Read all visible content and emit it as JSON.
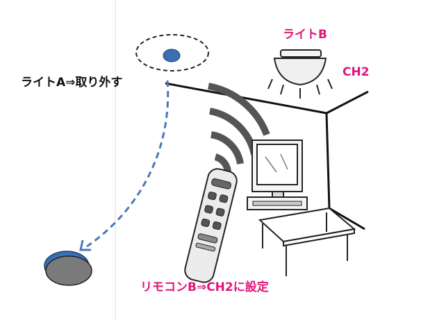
{
  "labels": {
    "light_a": "ライトA⇒取り外す",
    "light_b": "ライトB",
    "channel": "CH2",
    "remote": "リモコンB⇒CH2に設定"
  },
  "colors": {
    "accent": "#e0157a",
    "arrow": "#4a78b8",
    "light_a_dot": "#3a6fb3",
    "removed_light_top": "#3a6fb3",
    "removed_light_body": "#7a7a7a",
    "line_art": "#222222",
    "wave": "#555555"
  },
  "icons": [
    "ceiling-light-icon",
    "tv-icon",
    "remote-control-icon",
    "signal-wave-icon",
    "dashed-arrow-icon"
  ]
}
